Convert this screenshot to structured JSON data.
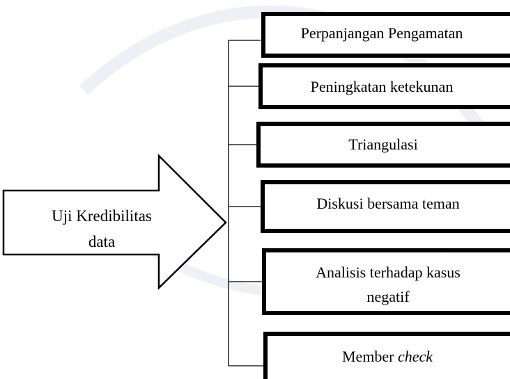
{
  "source": {
    "line1": "Uji Kredibilitas",
    "line2": "data"
  },
  "items": [
    {
      "label": "Perpanjangan Pengamatan"
    },
    {
      "label": "Peningkatan ketekunan"
    },
    {
      "label": "Triangulasi"
    },
    {
      "label": "Diskusi bersama teman"
    },
    {
      "label_line1": "Analisis terhadap kasus",
      "label_line2": "negatif"
    },
    {
      "label_plain": "Member ",
      "label_italic": "check"
    }
  ],
  "colors": {
    "stroke": "#000000",
    "fill": "#ffffff",
    "watermark": "#eef0f6"
  }
}
